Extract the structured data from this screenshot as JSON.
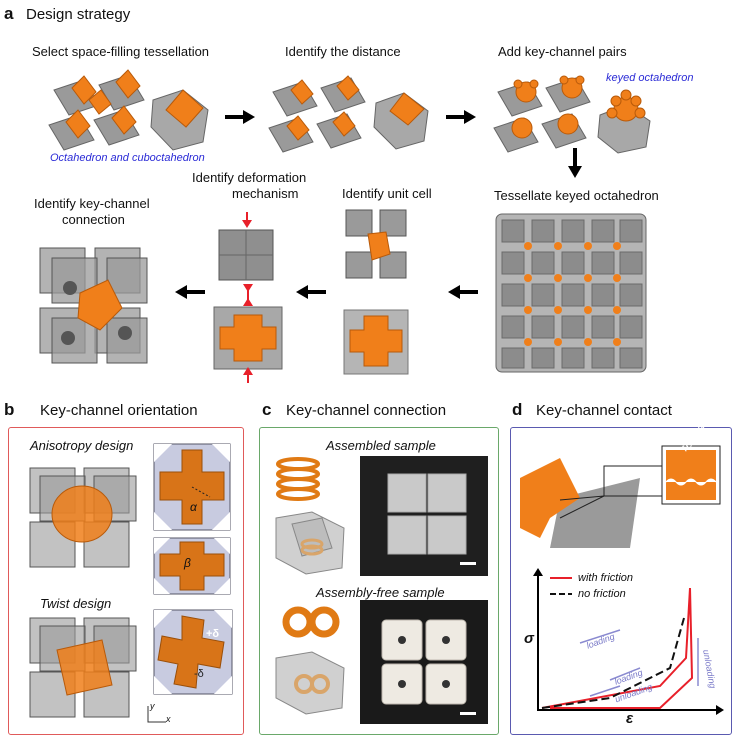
{
  "panel_a": {
    "label": "a",
    "title": "Design strategy",
    "steps": {
      "select": "Select space-filling tessellation",
      "distance": "Identify the distance",
      "add_pairs": "Add key-channel pairs",
      "tessellate": "Tessellate keyed octahedron",
      "unit_cell": "Identify unit cell",
      "deformation_l1": "Identify deformation",
      "deformation_l2": "mechanism",
      "connection_l1": "Identify key-channel",
      "connection_l2": "connection"
    },
    "notes": {
      "octa_cubo": "Octahedron and cuboctahedron",
      "keyed_octa": "keyed octahedron"
    }
  },
  "panel_b": {
    "label": "b",
    "title": "Key-channel orientation",
    "anisotropy": "Anisotropy design",
    "twist": "Twist design",
    "symbols": {
      "alpha": "α",
      "beta": "β",
      "delta": "+δ",
      "delta_neg": "-δ",
      "axis_y": "y",
      "axis_x": "x"
    }
  },
  "panel_c": {
    "label": "c",
    "title": "Key-channel connection",
    "assembled": "Assembled sample",
    "assembly_free": "Assembly-free sample"
  },
  "panel_d": {
    "label": "d",
    "title": "Key-channel contact",
    "rough": "rough",
    "legend": {
      "with_friction": "with friction",
      "no_friction": "no friction"
    },
    "annotations": {
      "loading": "loading",
      "unloading": "unloading"
    },
    "axes": {
      "y": "σ",
      "x": "ε"
    },
    "colors": {
      "with_friction": "#e8202a",
      "no_friction": "#111111",
      "accent": "#f07f1a",
      "arrows": "#8a8ad0"
    }
  }
}
